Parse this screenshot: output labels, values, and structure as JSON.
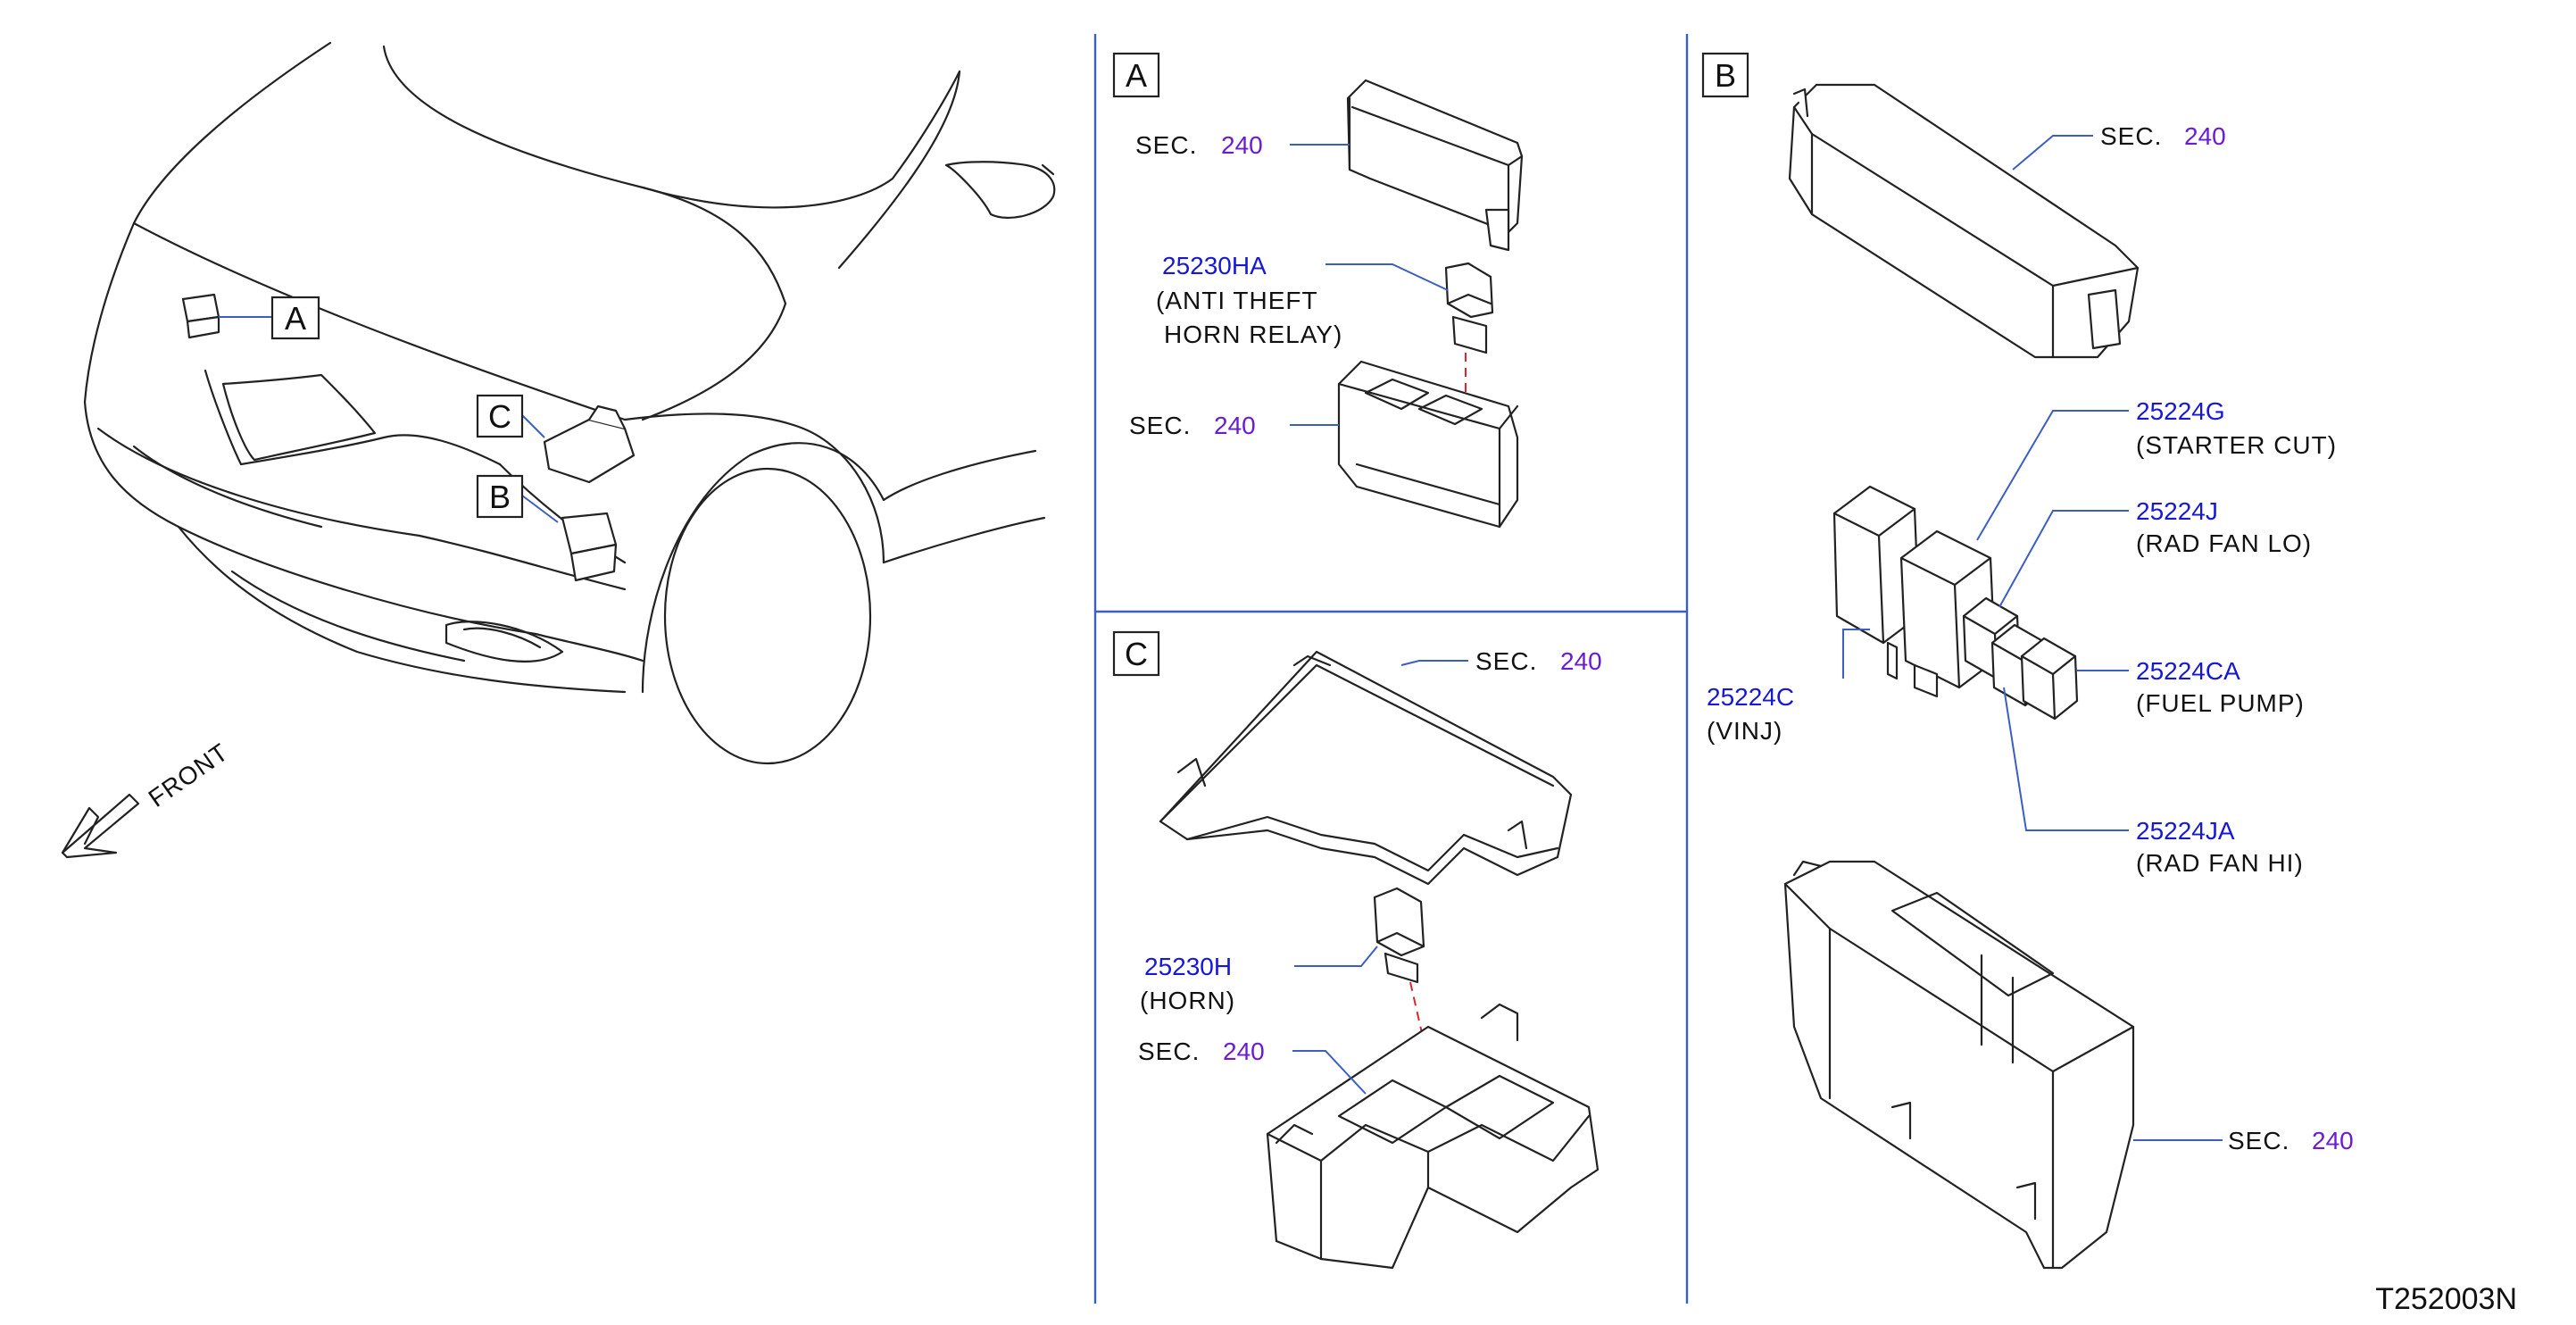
{
  "callouts": {
    "a": "A",
    "b": "B",
    "c": "C"
  },
  "front_label": "FRONT",
  "sec_prefix": "SEC.",
  "sec_number": "240",
  "panel_a": {
    "letter": "A",
    "relay_part": "25230HA",
    "relay_desc_line1": "(ANTI   THEFT",
    "relay_desc_line2": "HORN   RELAY)"
  },
  "panel_c": {
    "letter": "C",
    "relay_part": "25230H",
    "relay_desc": "(HORN)"
  },
  "panel_b": {
    "letter": "B",
    "relays": [
      {
        "part": "25224G",
        "desc": "(STARTER   CUT)"
      },
      {
        "part": "25224J",
        "desc": "(RAD   FAN   LO)"
      },
      {
        "part": "25224CA",
        "desc": "(FUEL   PUMP)"
      },
      {
        "part": "25224JA",
        "desc": "(RAD   FAN   HI)"
      },
      {
        "part": "25224C",
        "desc": "(VINJ)"
      }
    ]
  },
  "diagram_code": "T252003N",
  "colors": {
    "leader": "#3a5fc0",
    "sec_number": "#6a1bd6",
    "part_number": "#1717d6",
    "guide_dash": "#dd2233"
  }
}
